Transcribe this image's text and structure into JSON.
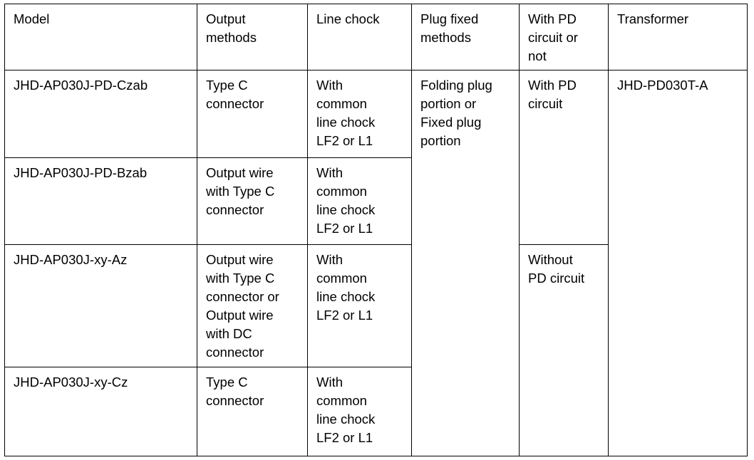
{
  "table": {
    "name": "product-model-specification-table",
    "columns": [
      {
        "key": "model",
        "header": "Model"
      },
      {
        "key": "output_methods",
        "header": "Output\nmethods"
      },
      {
        "key": "line_chock",
        "header": "Line chock"
      },
      {
        "key": "plug_fixed_methods",
        "header": "Plug fixed\nmethods"
      },
      {
        "key": "pd_circuit",
        "header": "With PD\ncircuit or\nnot"
      },
      {
        "key": "transformer",
        "header": "Transformer"
      }
    ],
    "rows": [
      {
        "model": "JHD-AP030J-PD-Czab",
        "output_methods": "Type C\nconnector",
        "line_chock": "With\ncommon\nline chock\nLF2 or L1",
        "plug_fixed_methods": "Folding plug\nportion or\nFixed plug\nportion",
        "pd_circuit": "With PD\ncircuit",
        "transformer": "JHD-PD030T-A"
      },
      {
        "model": "JHD-AP030J-PD-Bzab",
        "output_methods": "Output wire\nwith Type C\nconnector",
        "line_chock": "With\ncommon\nline chock\nLF2 or L1"
      },
      {
        "model": "JHD-AP030J-xy-Az",
        "output_methods": "Output wire\nwith Type C\nconnector or\nOutput wire\nwith DC\nconnector",
        "line_chock": "With\ncommon\nline chock\nLF2 or L1",
        "pd_circuit": "Without\nPD circuit"
      },
      {
        "model": "JHD-AP030J-xy-Cz",
        "output_methods": "Type C\nconnector",
        "line_chock": "With\ncommon\nline chock\nLF2 or L1"
      }
    ]
  },
  "colors": {
    "border": "#000000",
    "text": "#000000",
    "background": "#ffffff"
  }
}
